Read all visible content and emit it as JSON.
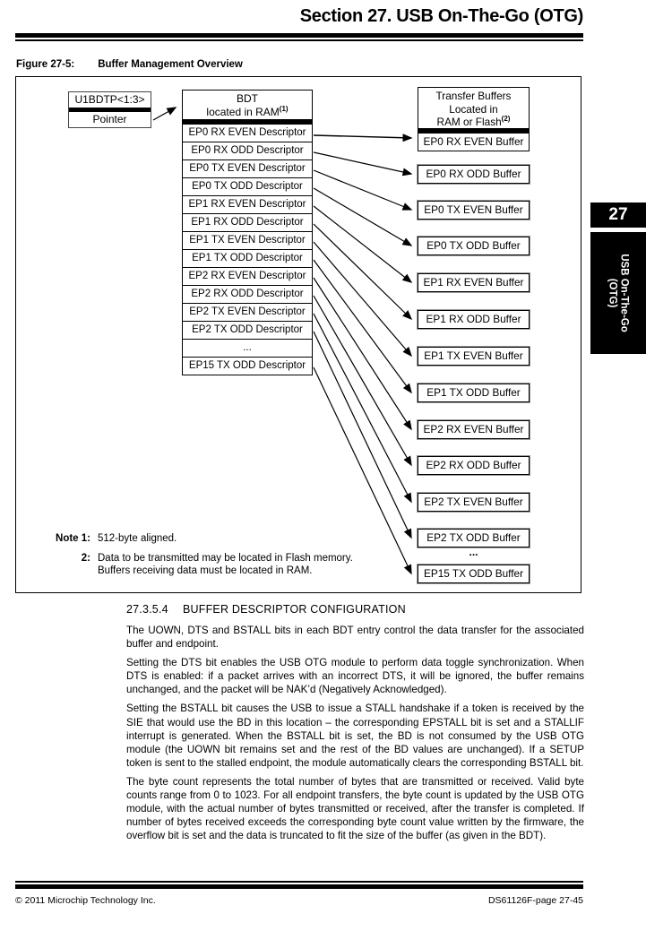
{
  "page": {
    "header_title": "Section 27. USB On-The-Go (OTG)",
    "footer_left": "© 2011 Microchip Technology Inc.",
    "footer_right": "DS61126F-page 27-45"
  },
  "sidebar_tab": {
    "number": "27",
    "label_line1": "USB On-The-Go",
    "label_line2": "(OTG)"
  },
  "figure": {
    "label": "Figure 27-5:",
    "title": "Buffer Management Overview",
    "pointer_box": {
      "line1": "U1BDTP<1:3>",
      "line2": "Pointer"
    },
    "bdt": {
      "header_line1": "BDT",
      "header_line2": "located in RAM",
      "header_sup": "(1)",
      "rows": [
        "EP0 RX EVEN Descriptor",
        "EP0 RX ODD Descriptor",
        "EP0 TX EVEN Descriptor",
        "EP0 TX ODD Descriptor",
        "EP1 RX EVEN Descriptor",
        "EP1 RX ODD Descriptor",
        "EP1 TX EVEN Descriptor",
        "EP1 TX ODD Descriptor",
        "EP2 RX EVEN Descriptor",
        "EP2 RX ODD Descriptor",
        "EP2 TX EVEN Descriptor",
        "EP2 TX ODD Descriptor",
        "...",
        "EP15 TX ODD Descriptor"
      ]
    },
    "buffers": {
      "header_line1": "Transfer Buffers",
      "header_line2": "Located in",
      "header_line3": "RAM or Flash",
      "header_sup": "(2)",
      "first": "EP0 RX EVEN Buffer",
      "items": [
        "EP0 RX ODD Buffer",
        "EP0 TX EVEN Buffer",
        "EP0 TX ODD Buffer",
        "EP1 RX EVEN Buffer",
        "EP1 RX ODD Buffer",
        "EP1 TX EVEN Buffer",
        "EP1 TX ODD Buffer",
        "EP2 RX EVEN Buffer",
        "EP2 RX ODD Buffer",
        "EP2 TX EVEN Buffer",
        "EP2 TX ODD Buffer"
      ],
      "ellipsis": "...",
      "last": "EP15 TX ODD Buffer"
    },
    "notes": {
      "label1": "Note 1:",
      "note1": "512-byte aligned.",
      "label2": "2:",
      "note2_line1": "Data to be transmitted may be located in Flash memory.",
      "note2_line2": "Buffers receiving data must be located in RAM."
    }
  },
  "section": {
    "heading_number": "27.3.5.4",
    "heading_title": "BUFFER DESCRIPTOR CONFIGURATION",
    "paragraphs": [
      "The UOWN, DTS and BSTALL bits in each BDT entry control the data transfer for the associated buffer and endpoint.",
      "Setting the DTS bit enables the USB OTG module to perform data toggle synchronization. When DTS is enabled: if a packet arrives with an incorrect DTS, it will be ignored, the buffer remains unchanged, and the packet will be NAK’d (Negatively Acknowledged).",
      "Setting the BSTALL bit causes the USB to issue a STALL handshake if a token is received by the SIE that would use the BD in this location – the corresponding EPSTALL bit is set and a STALLIF interrupt is generated. When the BSTALL bit is set, the BD is not consumed by the USB OTG module (the UOWN bit remains set and the rest of the BD values are unchanged). If a SETUP token is sent to the stalled endpoint, the module automatically clears the corresponding BSTALL bit.",
      "The byte count represents the total number of bytes that are transmitted or received. Valid byte counts range from 0 to 1023. For all endpoint transfers, the byte count is updated by the USB OTG module, with the actual number of bytes transmitted or received, after the transfer is completed. If number of bytes received exceeds the corresponding byte count value written by the firmware, the overflow bit is set and the data is truncated to fit the size of the buffer (as given in the BDT)."
    ]
  },
  "colors": {
    "ink": "#000000",
    "paper": "#ffffff",
    "tab_bg": "#000000",
    "tab_fg": "#ffffff"
  }
}
